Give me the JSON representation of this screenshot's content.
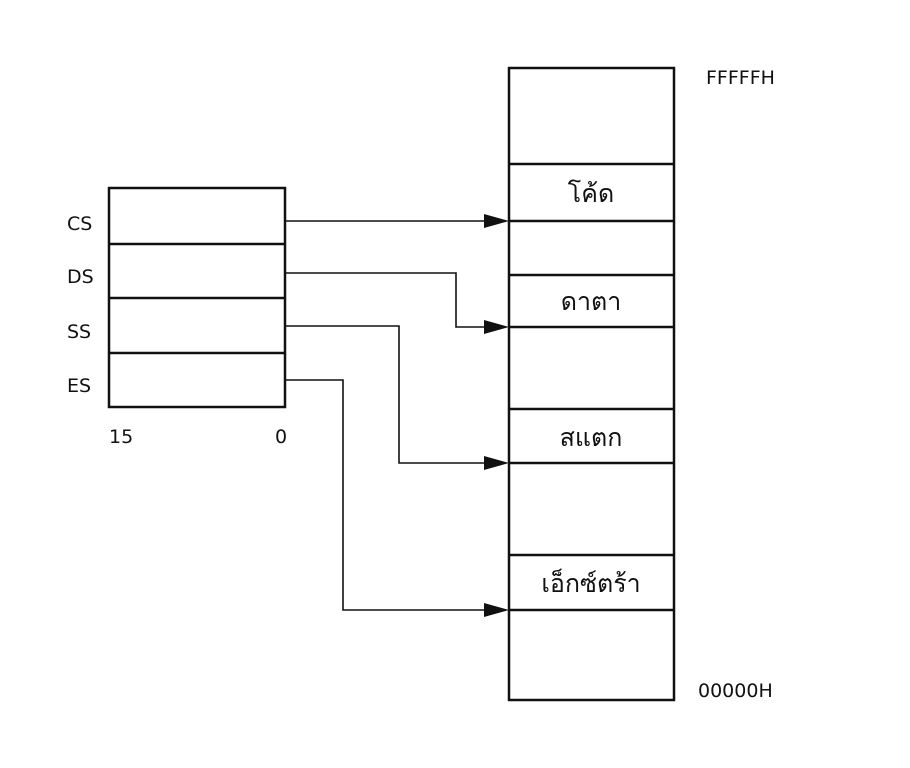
{
  "registers": {
    "labels": [
      "CS",
      "DS",
      "SS",
      "ES"
    ],
    "bit_high": "15",
    "bit_low": "0"
  },
  "memory": {
    "top_address": "FFFFFH",
    "bottom_address": "00000H",
    "segments": [
      "โค้ด",
      "ดาตา",
      "สแตก",
      "เอ็กซ์ตร้า"
    ]
  },
  "colors": {
    "ink": "#111111",
    "background": "#ffffff"
  }
}
